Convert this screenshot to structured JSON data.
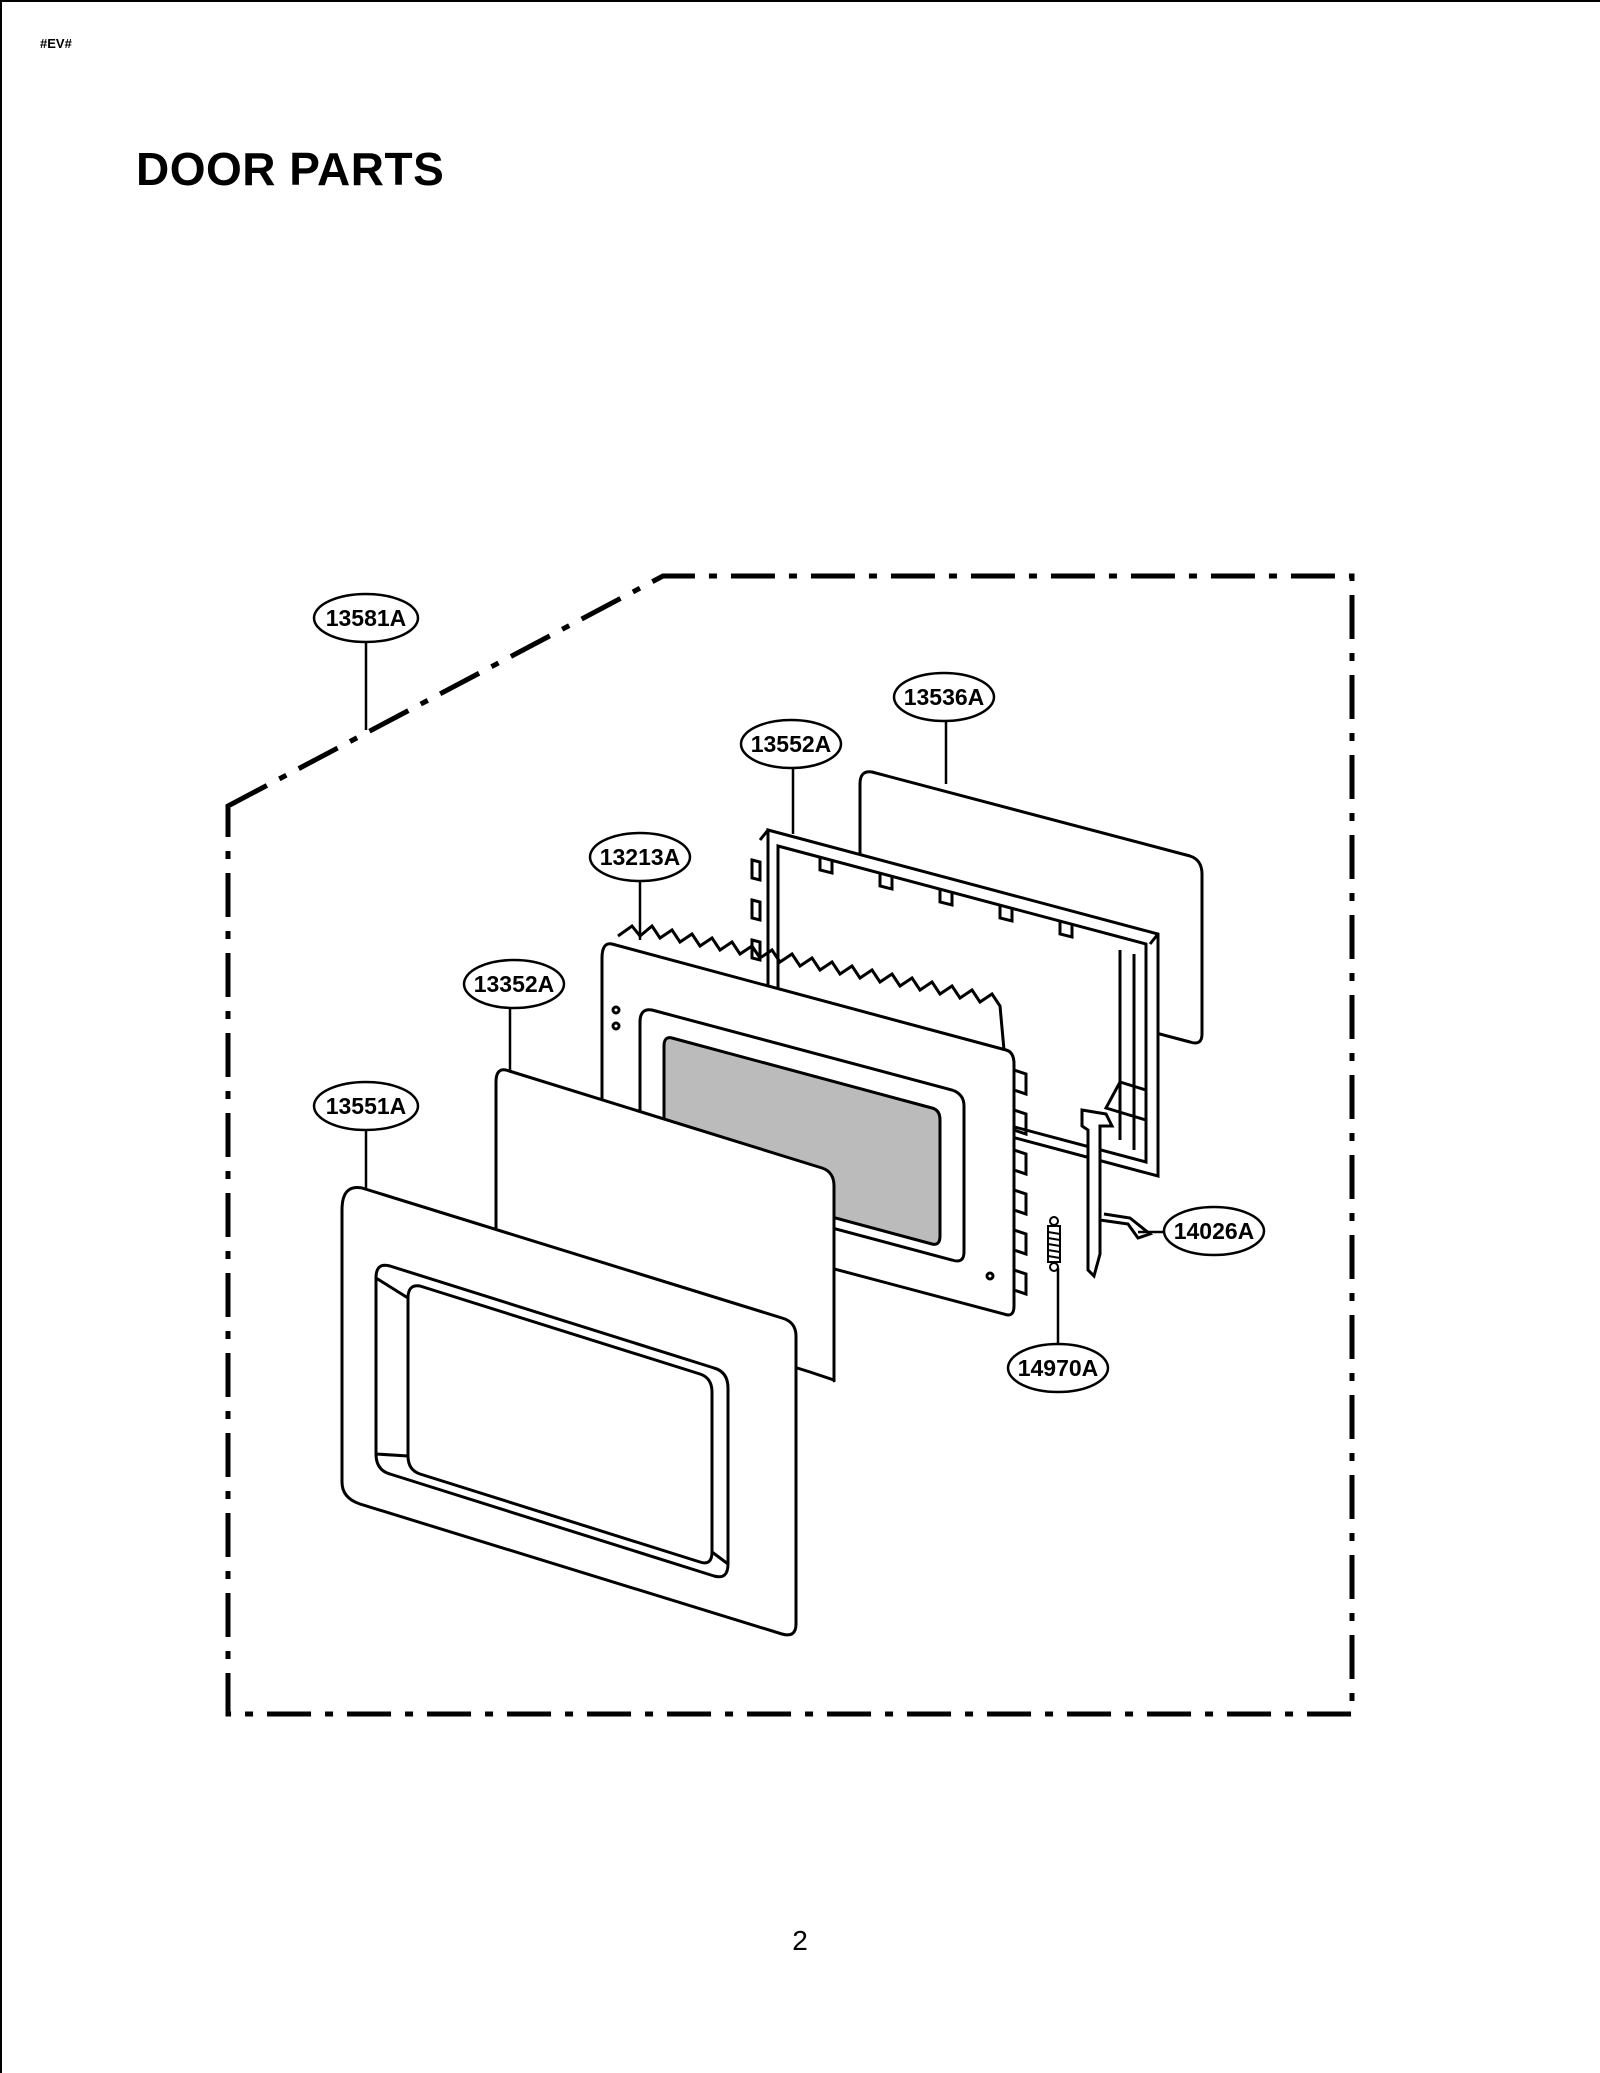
{
  "header": {
    "doc_code": "#EV#",
    "title": "DOOR PARTS"
  },
  "parts": {
    "assembly": "13581A",
    "sheet": "13536A",
    "choke_cover": "13552A",
    "door_frame": "13213A",
    "screen": "13352A",
    "door_front": "13551A",
    "latch": "14026A",
    "spring": "14970A"
  },
  "footer": {
    "page_number": "2"
  },
  "colors": {
    "line": "#000000",
    "window_fill": "#bbbbbb",
    "paper": "#ffffff"
  }
}
